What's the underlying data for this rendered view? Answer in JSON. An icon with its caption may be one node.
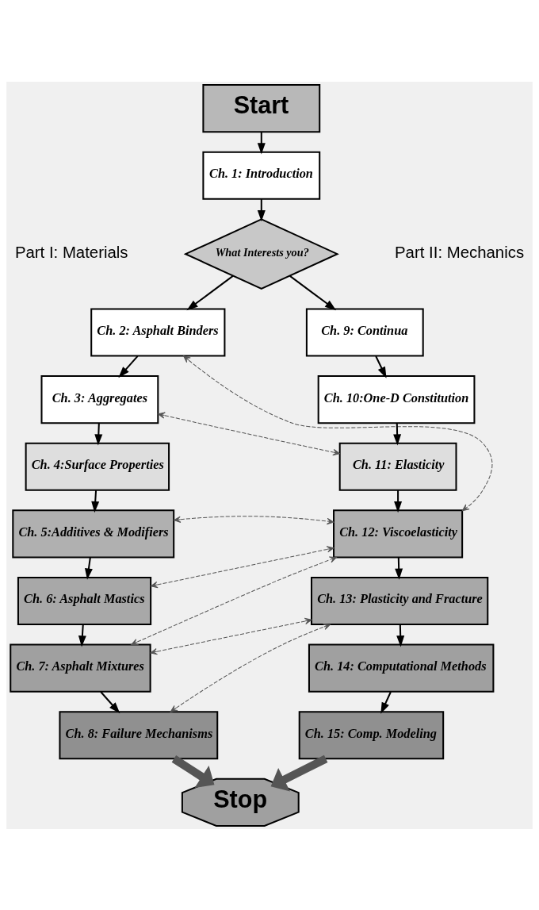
{
  "diagram": {
    "nodes": [
      {
        "text": [
          "Start"
        ]
      },
      {
        "text": [
          "Ch. 1: Introduction"
        ]
      },
      {
        "text": [
          "What Interests you?"
        ]
      },
      {
        "text": [
          "Ch. 2: Asphalt Binders"
        ]
      },
      {
        "text": [
          "Ch. 3: Aggregates"
        ]
      },
      {
        "text": [
          "Ch. 4:Surface Properties"
        ]
      },
      {
        "text": [
          "Ch. 5:Additives & Modifiers"
        ]
      },
      {
        "text": [
          "Ch. 6: Asphalt Mastics"
        ]
      },
      {
        "text": [
          "Ch. 7: Asphalt Mixtures"
        ]
      },
      {
        "text": [
          "Ch. 8: Failure Mechanisms"
        ]
      },
      {
        "text": [
          "Ch. 9: Continua"
        ]
      },
      {
        "text": [
          "Ch. 10:One-D Constitution"
        ]
      },
      {
        "text": [
          "Ch. 11: Elasticity"
        ]
      },
      {
        "text": [
          "Ch. 12: Viscoelasticity"
        ]
      },
      {
        "text": [
          "Ch. 13: Plasticity and Fracture"
        ]
      },
      {
        "text": [
          "Ch. 14: Computational Methods"
        ]
      },
      {
        "text": [
          "Ch. 15: Comp. Modeling"
        ]
      },
      {
        "text": [
          "Stop"
        ]
      }
    ],
    "edges": [
      {
        "from": 0,
        "to": 1,
        "arrow": "to"
      },
      {
        "from": 1,
        "to": 2,
        "arrow": "to"
      },
      {
        "from": 2,
        "to": 3,
        "arrow": "to"
      },
      {
        "from": 2,
        "to": 10,
        "arrow": "to"
      },
      {
        "from": 3,
        "to": 4,
        "arrow": "to"
      },
      {
        "from": 4,
        "to": 5,
        "arrow": "to"
      },
      {
        "from": 5,
        "to": 6,
        "arrow": "to"
      },
      {
        "from": 6,
        "to": 7,
        "arrow": "to"
      },
      {
        "from": 7,
        "to": 8,
        "arrow": "to"
      },
      {
        "from": 8,
        "to": 9,
        "arrow": "to"
      },
      {
        "from": 10,
        "to": 11,
        "arrow": "to"
      },
      {
        "from": 11,
        "to": 12,
        "arrow": "to"
      },
      {
        "from": 12,
        "to": 13,
        "arrow": "to"
      },
      {
        "from": 13,
        "to": 14,
        "arrow": "to"
      },
      {
        "from": 14,
        "to": 15,
        "arrow": "to"
      },
      {
        "from": 15,
        "to": 16,
        "arrow": "to"
      },
      {
        "from": 9,
        "to": 17,
        "arrow": "to",
        "style": "thick"
      },
      {
        "from": 16,
        "to": 17,
        "arrow": "to",
        "style": "thick"
      },
      {
        "from": 3,
        "to": 13,
        "arrow": "both",
        "style": "dashed"
      },
      {
        "from": 4,
        "to": 12,
        "arrow": "both",
        "style": "dashed"
      },
      {
        "from": 6,
        "to": 13,
        "arrow": "both",
        "style": "dashed"
      },
      {
        "from": 7,
        "to": 13,
        "arrow": "both",
        "style": "dashed"
      },
      {
        "from": 8,
        "to": 13,
        "arrow": "both",
        "style": "dashed"
      },
      {
        "from": 8,
        "to": 14,
        "arrow": "both",
        "style": "dashed"
      },
      {
        "from": 9,
        "to": 14,
        "arrow": "both",
        "style": "dashed"
      }
    ],
    "labels": [
      "Part I: Materials",
      "Part II: Mechanics"
    ]
  }
}
